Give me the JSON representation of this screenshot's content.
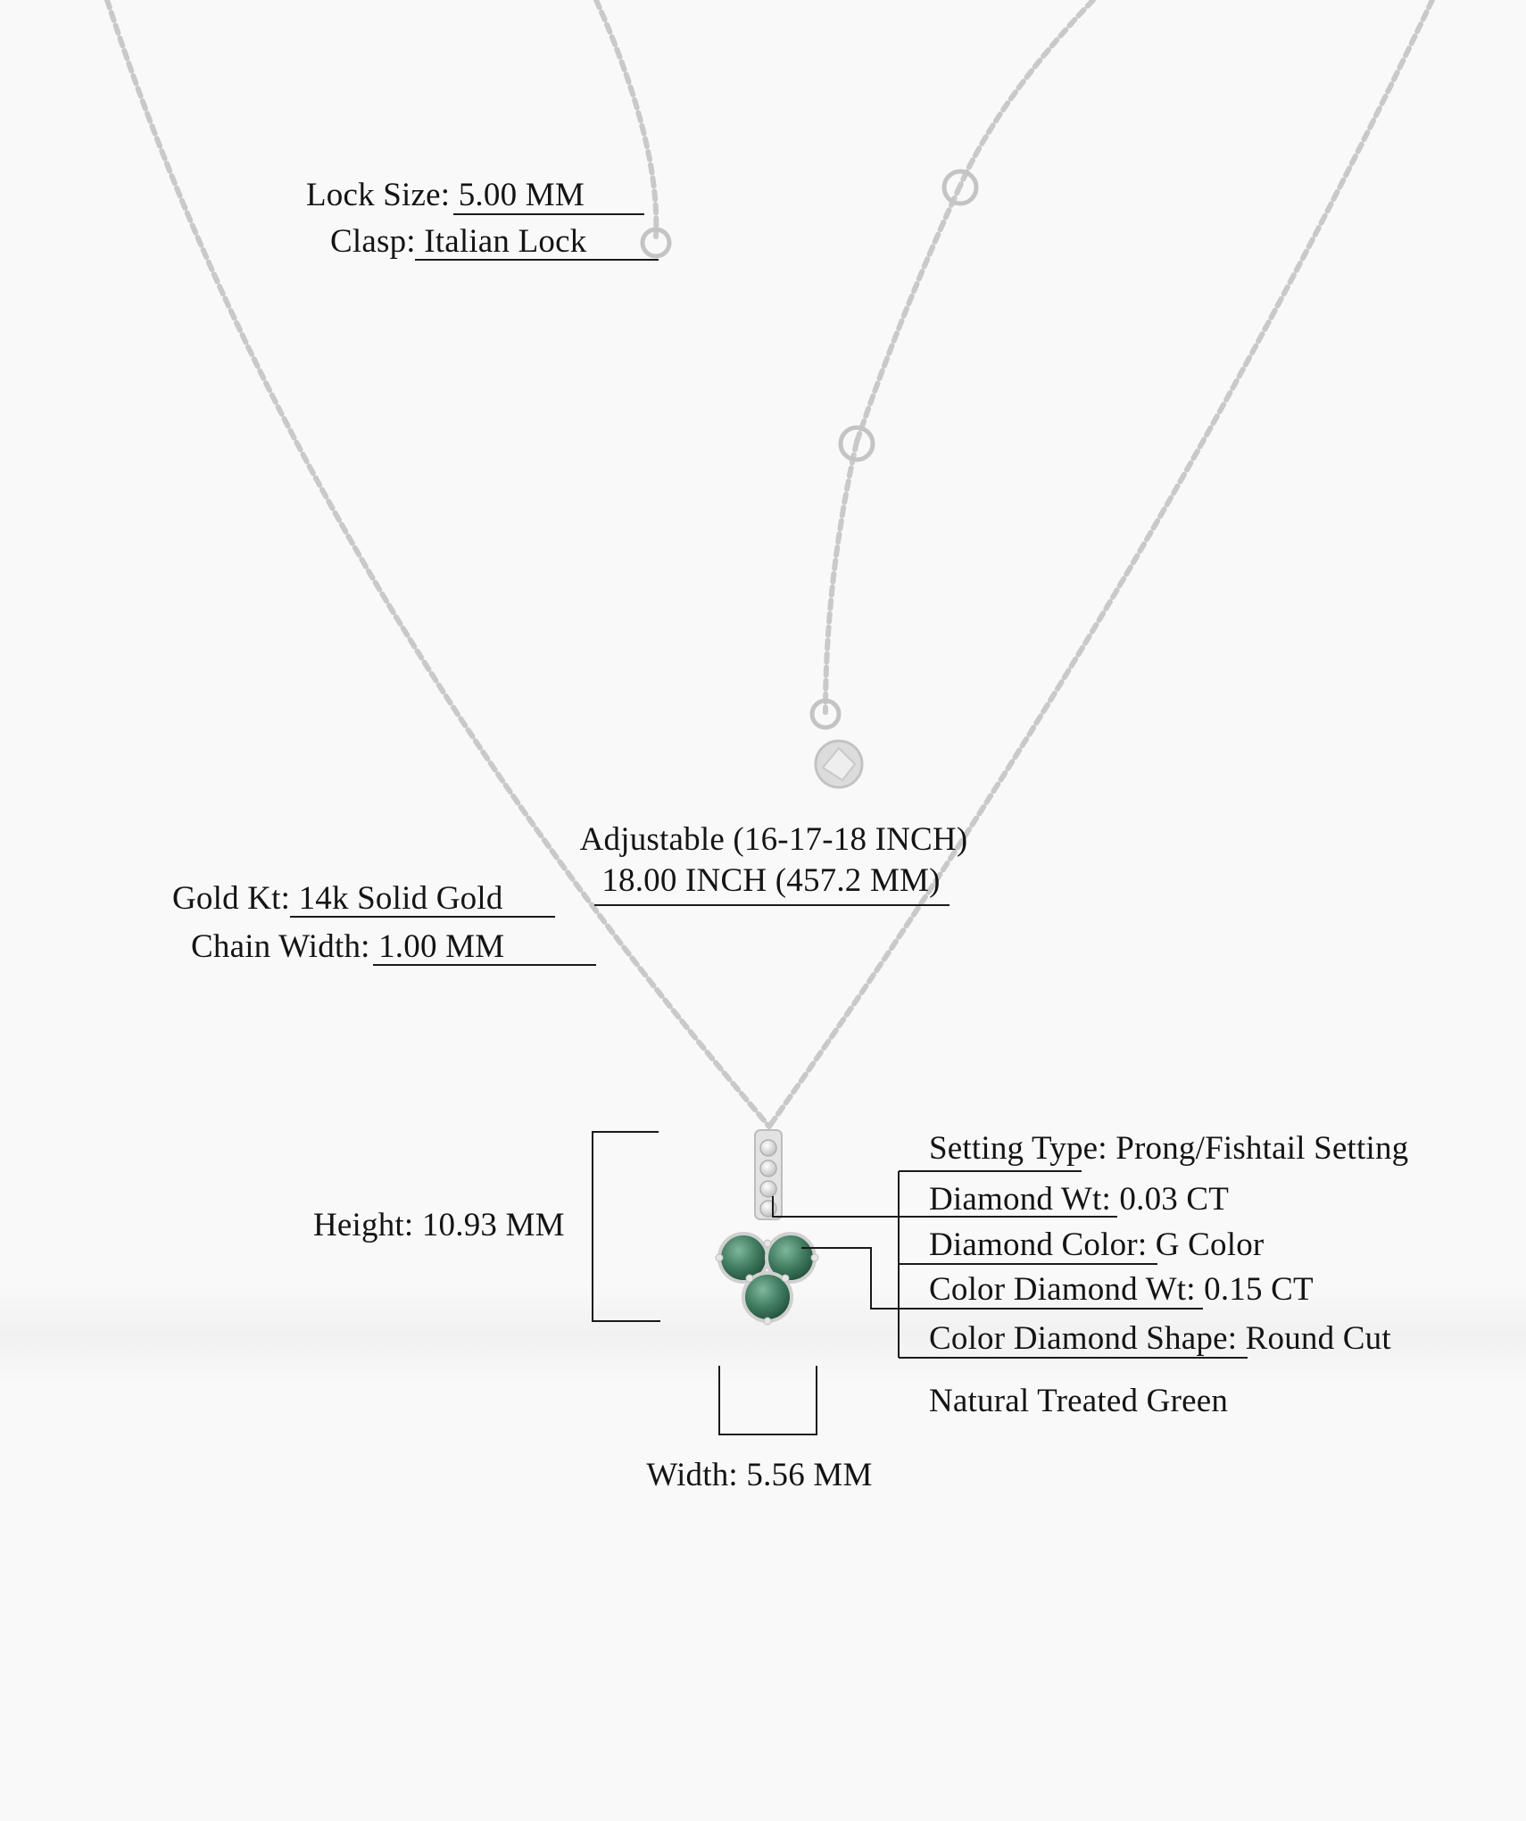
{
  "product": {
    "stone_color": "#3f7a5e",
    "metal_color": "#d2d2d2"
  },
  "specs": {
    "lock_size": {
      "key": "Lock Size:",
      "value": " 5.00 MM"
    },
    "clasp": {
      "key": "Clasp:",
      "value": " Italian Lock"
    },
    "length_adjustable": "Adjustable (16-17-18 INCH)",
    "length": "18.00 INCH (457.2 MM)",
    "gold_kt": {
      "key": "Gold Kt:",
      "value": " 14k Solid Gold"
    },
    "chain_width": {
      "key": "Chain Width:",
      "value": " 1.00 MM"
    },
    "height": {
      "key": "Height:",
      "value": " 10.93 MM"
    },
    "width": {
      "key": "Width:",
      "value": " 5.56 MM"
    },
    "setting_type": {
      "key": "Setting Type:",
      "value": " Prong/Fishtail Setting"
    },
    "diamond_wt": {
      "key": "Diamond Wt:",
      "value": " 0.03 CT"
    },
    "diamond_color": {
      "key": "Diamond Color:",
      "value": " G Color"
    },
    "color_diamond_wt": {
      "key": "Color Diamond Wt:",
      "value": " 0.15 CT"
    },
    "color_diamond_shape": {
      "key": "Color Diamond Shape:",
      "value": " Round Cut"
    },
    "color_diamond_type": "Natural Treated Green"
  }
}
